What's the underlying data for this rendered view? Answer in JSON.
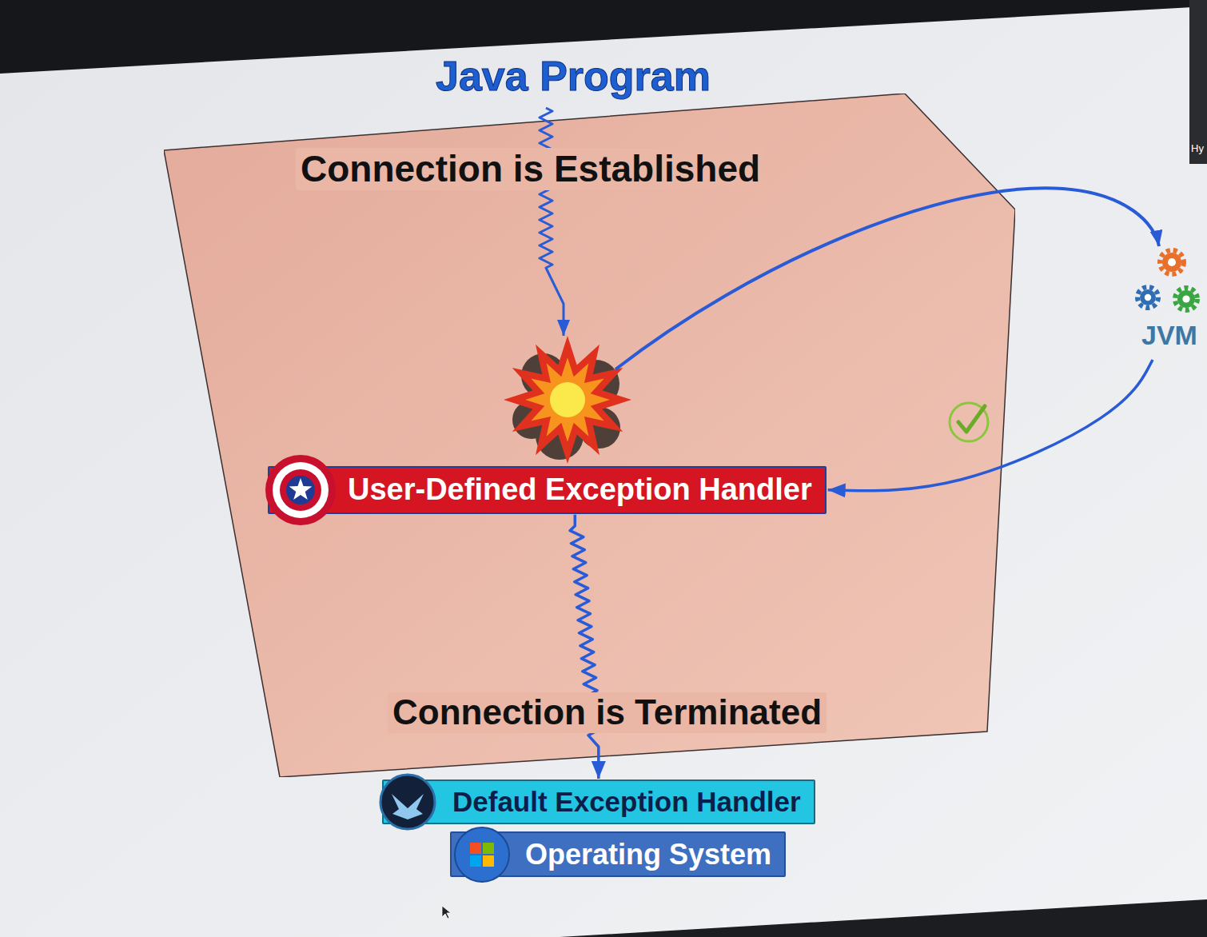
{
  "diagram": {
    "title": "Java Program",
    "nodes": [
      {
        "text": [
          "Connection is Established",
          "Connection is Terminated"
        ]
      },
      {
        "text": [
          "User-Defined Exception Handler"
        ],
        "in": 0
      },
      {
        "text": [
          "JVM"
        ]
      },
      {
        "text": [
          "Default Exception Handler"
        ]
      },
      {
        "text": [
          "Operating System"
        ]
      }
    ],
    "edges": [
      {
        "from": 2,
        "to": 1,
        "arrow": "to"
      },
      {
        "from": 1,
        "to": 3,
        "arrow": "to"
      }
    ],
    "labels": [
      "Hy"
    ]
  }
}
